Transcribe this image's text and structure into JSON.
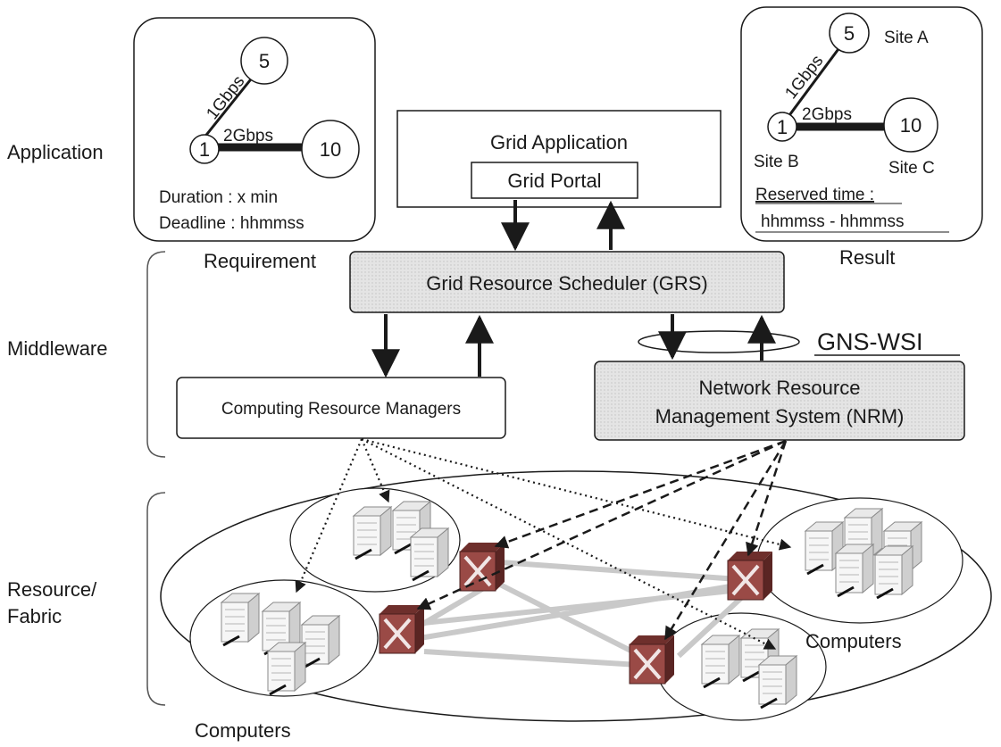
{
  "layers": {
    "application": "Application",
    "middleware": "Middleware",
    "resource_line1": "Resource/",
    "resource_line2": "Fabric"
  },
  "requirement_panel": {
    "caption": "Requirement",
    "node_a": "5",
    "node_b": "1",
    "node_c": "10",
    "link_ab": "1Gbps",
    "link_bc": "2Gbps",
    "duration": "Duration : x min",
    "deadline": "Deadline : hhmmss"
  },
  "result_panel": {
    "caption": "Result",
    "node_a": "5",
    "node_b": "1",
    "node_c": "10",
    "site_a": "Site A",
    "site_b": "Site B",
    "site_c": "Site C",
    "link_ab": "1Gbps",
    "link_bc": "2Gbps",
    "reserved_label": "Reserved time :",
    "reserved_value": "hhmmss - hhmmss"
  },
  "grid_application": {
    "title": "Grid Application",
    "portal": "Grid Portal"
  },
  "grs": {
    "label": "Grid Resource Scheduler (GRS)"
  },
  "crm": {
    "label": "Computing Resource Managers"
  },
  "nrm": {
    "line1": "Network Resource",
    "line2": "Management System (NRM)"
  },
  "interface": {
    "label": "GNS-WSI"
  },
  "computers": {
    "label_right": "Computers",
    "label_bottom": "Computers"
  },
  "colors": {
    "line": "#1a1a1a",
    "box_fill": "#e2e2e2",
    "switch_fill": "#9a4a46",
    "switch_dark": "#6e2f2c",
    "net_link": "#c9c9c9"
  }
}
